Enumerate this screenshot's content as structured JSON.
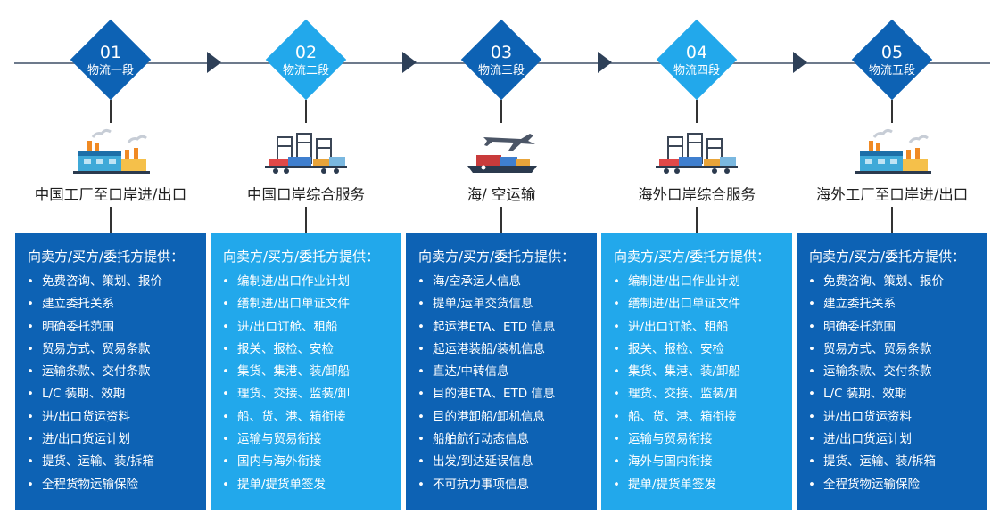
{
  "colors": {
    "dark_blue": "#0d62b4",
    "light_blue": "#22a8eb",
    "timeline": "#6d7a8c",
    "arrow": "#2e4058"
  },
  "stages": [
    {
      "number": "01",
      "label": "物流一段",
      "caption": "中国工厂至口岸进/出口",
      "theme": "dark",
      "illustration": "factory-icon",
      "panel_title": "向卖方/买方/委托方提供：",
      "items": [
        "免费咨询、策划、报价",
        "建立委托关系",
        "明确委托范围",
        "贸易方式、贸易条款",
        "运输条款、交付条款",
        "L/C 装期、效期",
        "进/出口货运资料",
        "进/出口货运计划",
        "提货、运输、装/拆箱",
        "全程货物运输保险"
      ]
    },
    {
      "number": "02",
      "label": "物流二段",
      "caption": "中国口岸综合服务",
      "theme": "light",
      "illustration": "port-icon",
      "panel_title": "向卖方/买方/委托方提供：",
      "items": [
        "编制进/出口作业计划",
        "缮制进/出口单证文件",
        "进/出口订舱、租船",
        "报关、报检、安检",
        "集货、集港、装/卸船",
        "理货、交接、监装/卸",
        "船、货、港、箱衔接",
        "运输与贸易衔接",
        "国内与海外衔接",
        "提单/提货单签发"
      ]
    },
    {
      "number": "03",
      "label": "物流三段",
      "caption": "海/ 空运输",
      "theme": "dark",
      "illustration": "ship-plane-icon",
      "panel_title": "向卖方/买方/委托方提供：",
      "items": [
        "海/空承运人信息",
        "提单/运单交货信息",
        "起运港ETA、ETD 信息",
        "起运港装船/装机信息",
        "直达/中转信息",
        "目的港ETA、ETD 信息",
        "目的港卸船/卸机信息",
        "船舶航行动态信息",
        "出发/到达延误信息",
        "不可抗力事项信息"
      ]
    },
    {
      "number": "04",
      "label": "物流四段",
      "caption": "海外口岸综合服务",
      "theme": "light",
      "illustration": "port-icon",
      "panel_title": "向卖方/买方/委托方提供：",
      "items": [
        "编制进/出口作业计划",
        "缮制进/出口单证文件",
        "进/出口订舱、租船",
        "报关、报检、安检",
        "集货、集港、装/卸船",
        "理货、交接、监装/卸",
        "船、货、港、箱衔接",
        "运输与贸易衔接",
        "海外与国内衔接",
        "提单/提货单签发"
      ]
    },
    {
      "number": "05",
      "label": "物流五段",
      "caption": "海外工厂至口岸进/出口",
      "theme": "dark",
      "illustration": "factory-icon",
      "panel_title": "向卖方/买方/委托方提供：",
      "items": [
        "免费咨询、策划、报价",
        "建立委托关系",
        "明确委托范围",
        "贸易方式、贸易条款",
        "运输条款、交付条款",
        "L/C 装期、效期",
        "进/出口货运资料",
        "进/出口货运计划",
        "提货、运输、装/拆箱",
        "全程货物运输保险"
      ]
    }
  ]
}
